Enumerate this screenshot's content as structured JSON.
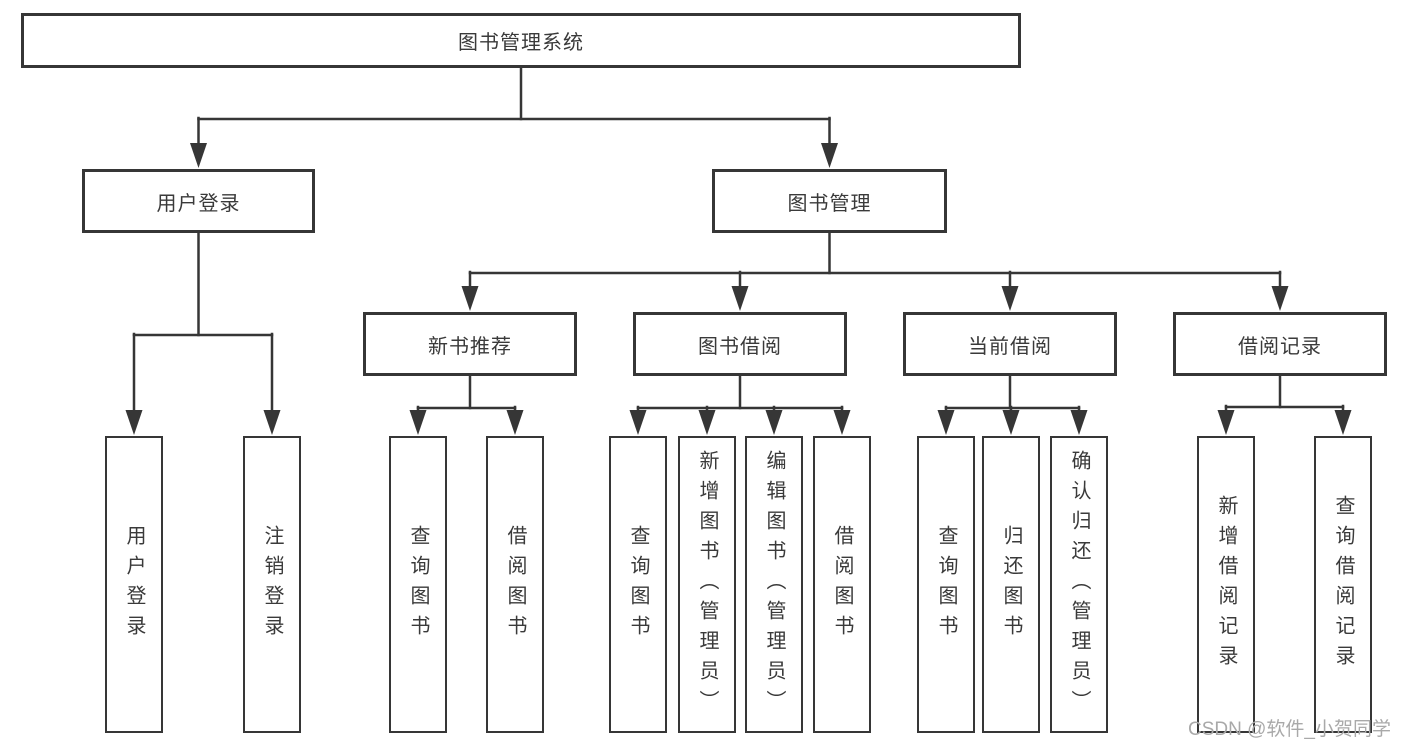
{
  "watermark": "CSDN @软件_小贺同学",
  "colors": {
    "line": "#363636",
    "text": "#3a3a3a",
    "watermark": "#a9a9a9",
    "background": "#ffffff"
  },
  "tree": {
    "root": "图书管理系统",
    "branches": [
      {
        "label": "用户登录",
        "children": [
          "用户登录",
          "注销登录"
        ]
      },
      {
        "label": "图书管理",
        "sections": [
          {
            "label": "新书推荐",
            "children": [
              "查询图书",
              "借阅图书"
            ]
          },
          {
            "label": "图书借阅",
            "children": [
              "查询图书",
              "新增图书（管理员）",
              "编辑图书（管理员）",
              "借阅图书"
            ]
          },
          {
            "label": "当前借阅",
            "children": [
              "查询图书",
              "归还图书",
              "确认归还（管理员）"
            ]
          },
          {
            "label": "借阅记录",
            "children": [
              "新增借阅记录",
              "查询借阅记录"
            ]
          }
        ]
      }
    ]
  }
}
